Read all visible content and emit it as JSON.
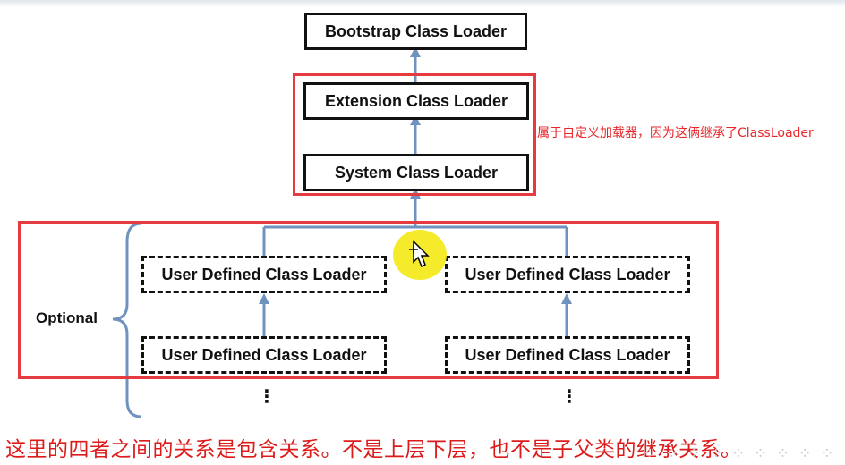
{
  "diagram": {
    "bootstrap_label": "Bootstrap Class Loader",
    "extension_label": "Extension Class Loader",
    "system_label": "System Class Loader",
    "user_defined_label": "User Defined Class Loader",
    "optional_label": "Optional",
    "ellipsis": "⋮"
  },
  "annotations": {
    "custom_loader_note": "属于自定义加载器，因为这俩继承了ClassLoader",
    "caption": "这里的四者之间的关系是包含关系。不是上层下层，也不是子父类的继承关系。"
  },
  "colors": {
    "arrow": "#7092be",
    "highlight_frame": "#e53a40",
    "note_text": "#e8262b",
    "cursor_halo": "#f5ea1f"
  },
  "icons": {
    "cursor": "move-cursor-icon"
  }
}
